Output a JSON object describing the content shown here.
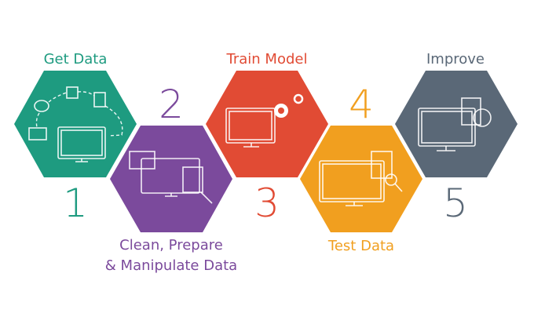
{
  "steps": [
    {
      "number": "1",
      "label": "Get Data",
      "color": "#1e9b80",
      "icon": "computer-with-data-sources-icon"
    },
    {
      "number": "2",
      "label_line1": "Clean, Prepare",
      "label_line2": "& Manipulate Data",
      "color": "#7b4a9c",
      "icon": "computer-code-inspect-icon"
    },
    {
      "number": "3",
      "label": "Train Model",
      "color": "#e14b34",
      "icon": "computer-gears-icon"
    },
    {
      "number": "4",
      "label": "Test Data",
      "color": "#f19f1f",
      "icon": "computer-checklist-icon"
    },
    {
      "number": "5",
      "label": "Improve",
      "color": "#5a6877",
      "icon": "computer-refresh-icon"
    }
  ]
}
